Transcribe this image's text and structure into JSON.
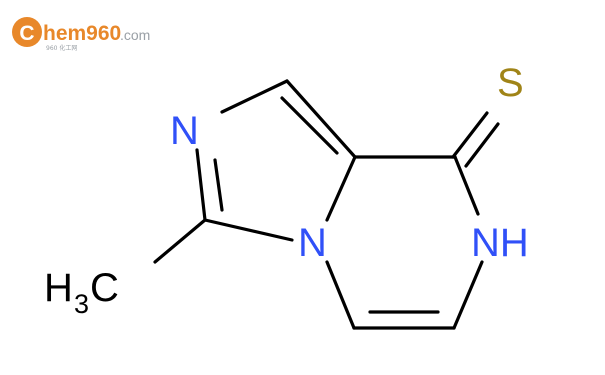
{
  "logo": {
    "c_letter": "C",
    "brand_text": "hem960",
    "domain_text": ".com",
    "tagline": "960 化工网",
    "primary_color": "#e8882a",
    "secondary_color": "#9aa0a6"
  },
  "molecule": {
    "atoms": {
      "sulfur": "S",
      "nitrogen_imidazole": "N",
      "nitrogen_bridge": "N",
      "nh_group": "NH",
      "methyl": "H",
      "methyl_sub": "3",
      "methyl_c": "C"
    },
    "colors": {
      "nitrogen": "#3050f8",
      "sulfur": "#a08418",
      "bond": "#000000"
    }
  }
}
